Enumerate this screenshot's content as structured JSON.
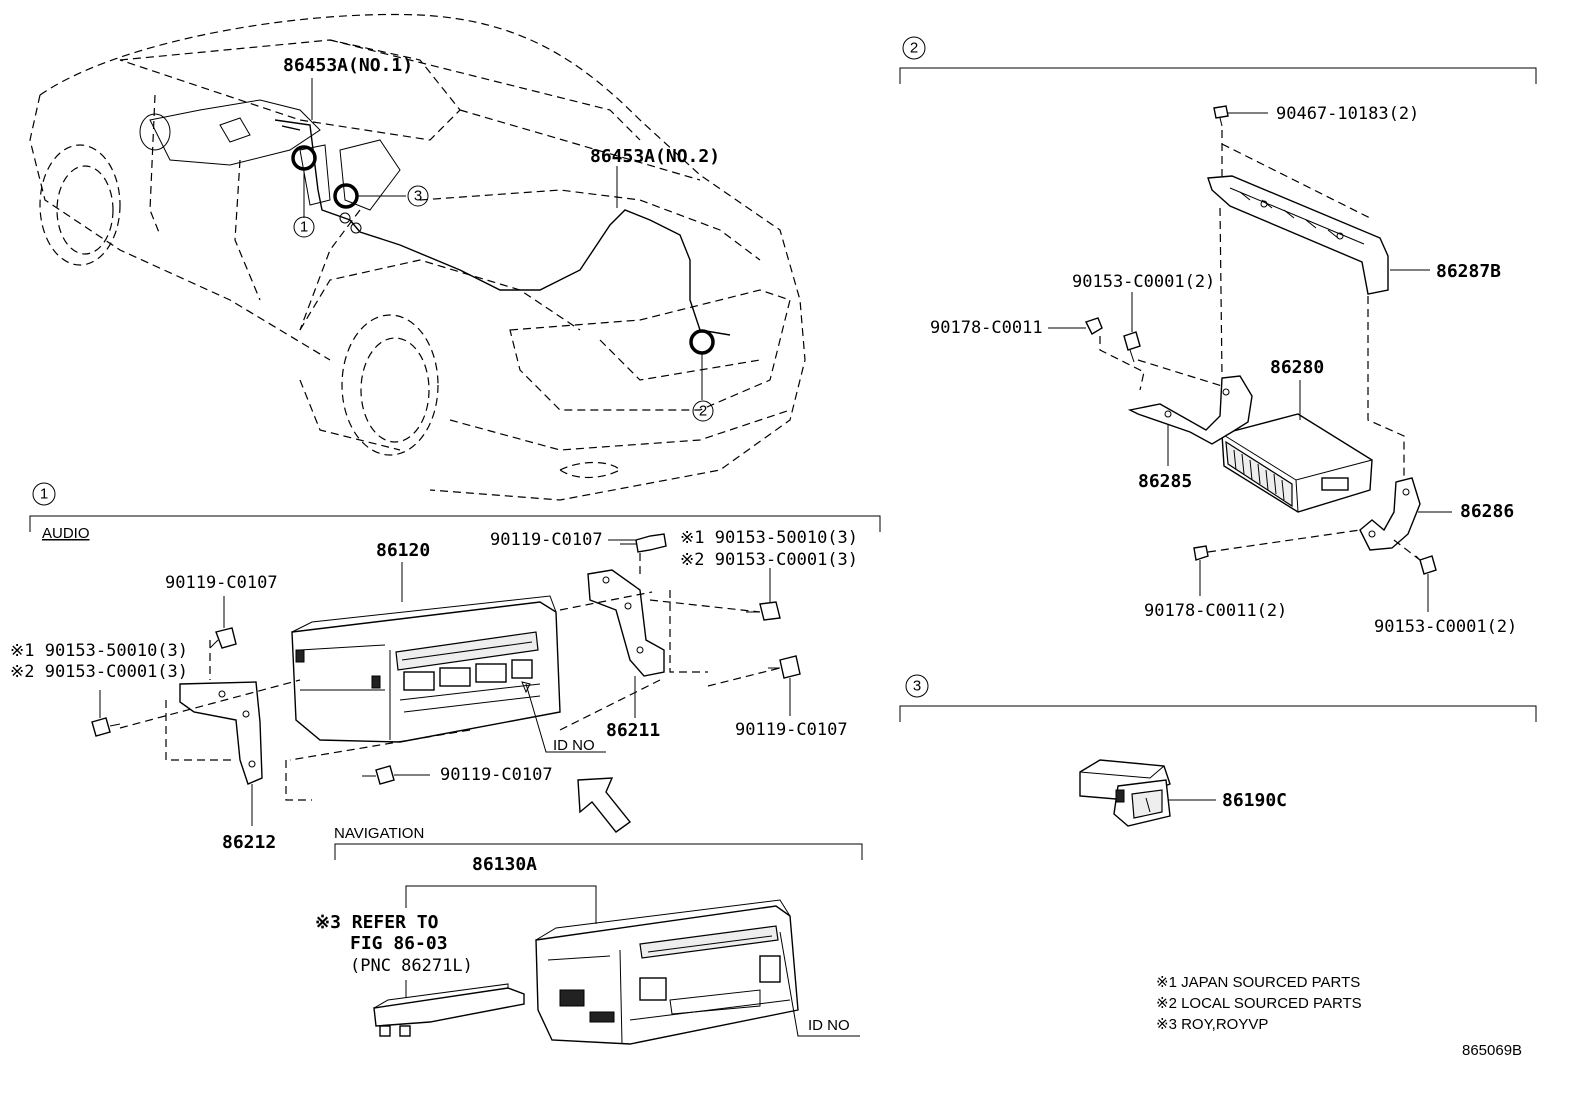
{
  "callouts": {
    "c1": "1",
    "c2": "2",
    "c3": "3"
  },
  "car": {
    "antenna_no1": "86453A(NO.1)",
    "antenna_no2": "86453A(NO.2)"
  },
  "section1": {
    "audio_label": "AUDIO",
    "navigation_label": "NAVIGATION",
    "parts": {
      "p86120": "86120",
      "p86211": "86211",
      "p86212": "86212",
      "p86130A": "86130A",
      "screw_top": "90119-C0107",
      "screw_left": "90119-C0107",
      "screw_right": "90119-C0107",
      "screw_bottom": "90119-C0107",
      "left_note1": "※1 90153-50010(3)",
      "left_note2": "※2 90153-C0001(3)",
      "right_note1": "※1 90153-50010(3)",
      "right_note2": "※2 90153-C0001(3)",
      "id_no_audio": "ID NO",
      "id_no_nav": "ID NO",
      "refer_line1": "※3 REFER TO",
      "refer_line2": "FIG 86-03",
      "refer_line3": "(PNC 86271L)"
    }
  },
  "section2": {
    "parts": {
      "top_screw": "90467-10183(2)",
      "bracket_top": "86287B",
      "screw_a": "90153-C0001(2)",
      "nut_a": "90178-C0011",
      "unit": "86280",
      "bracket_left": "86285",
      "bracket_right": "86286",
      "nut_b": "90178-C0011(2)",
      "screw_b": "90153-C0001(2)"
    }
  },
  "section3": {
    "parts": {
      "switch": "86190C"
    }
  },
  "legend": {
    "n1": "※1  JAPAN SOURCED PARTS",
    "n2": "※2  LOCAL SOURCED PARTS",
    "n3": "※3  ROY,ROYVP"
  },
  "figure_id": "865069B"
}
